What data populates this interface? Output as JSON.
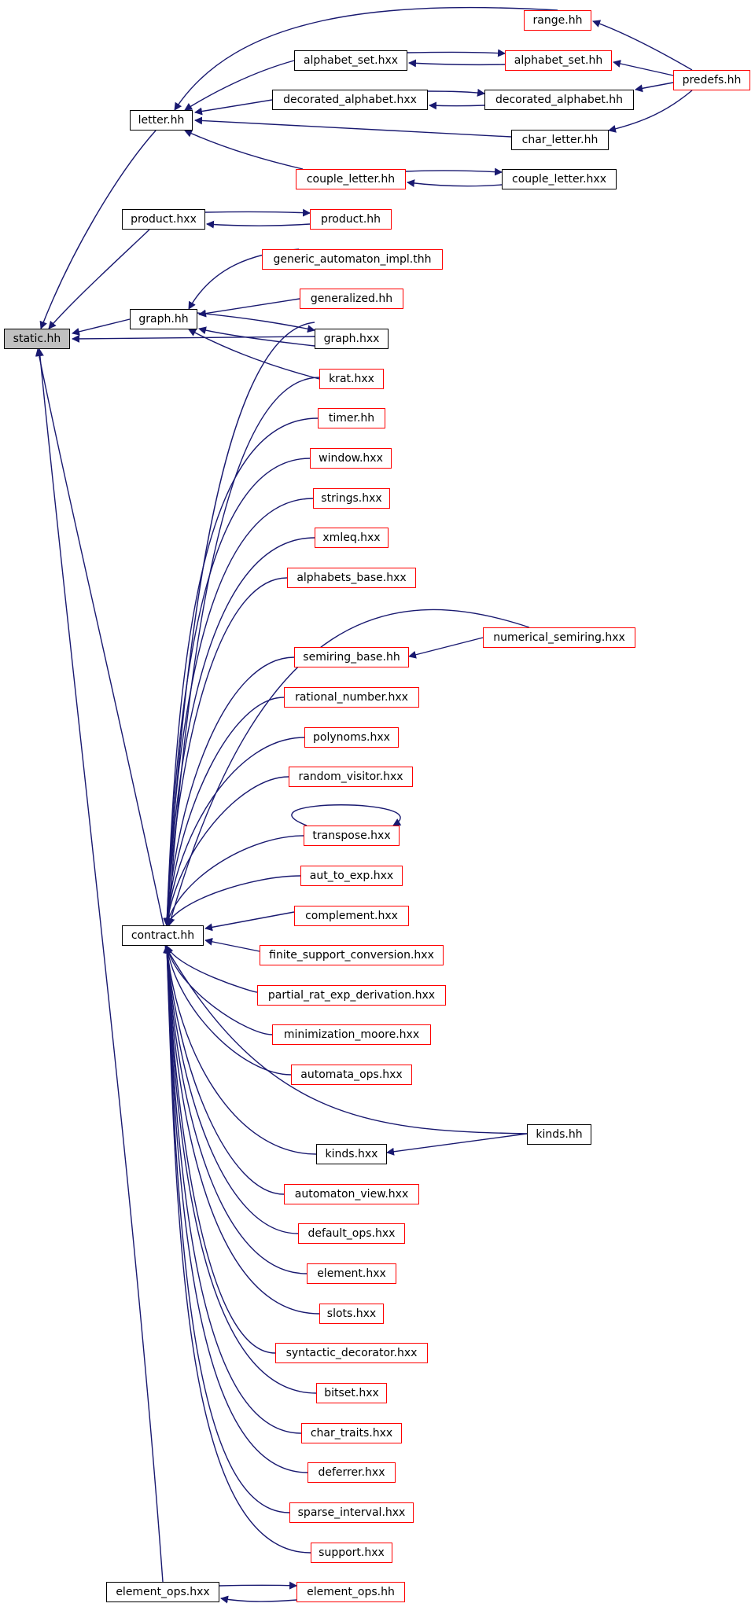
{
  "colors": {
    "edge": "#191970",
    "border_plain": "#000000",
    "border_red": "#ff0000",
    "root_fill": "#c0c0c0"
  },
  "nodes": {
    "static_hh": "static.hh",
    "letter_hh": "letter.hh",
    "range_hh": "range.hh",
    "alphabet_set_hxx": "alphabet_set.hxx",
    "alphabet_set_hh": "alphabet_set.hh",
    "predefs_hh": "predefs.hh",
    "decorated_alphabet_hxx": "decorated_alphabet.hxx",
    "decorated_alphabet_hh": "decorated_alphabet.hh",
    "char_letter_hh": "char_letter.hh",
    "couple_letter_hh": "couple_letter.hh",
    "couple_letter_hxx": "couple_letter.hxx",
    "product_hxx": "product.hxx",
    "product_hh": "product.hh",
    "graph_hh": "graph.hh",
    "generic_automaton_impl_thh": "generic_automaton_impl.thh",
    "generalized_hh": "generalized.hh",
    "graph_hxx": "graph.hxx",
    "krat_hxx": "krat.hxx",
    "timer_hh": "timer.hh",
    "window_hxx": "window.hxx",
    "strings_hxx": "strings.hxx",
    "xmleq_hxx": "xmleq.hxx",
    "alphabets_base_hxx": "alphabets_base.hxx",
    "numerical_semiring_hxx": "numerical_semiring.hxx",
    "semiring_base_hh": "semiring_base.hh",
    "rational_number_hxx": "rational_number.hxx",
    "polynoms_hxx": "polynoms.hxx",
    "random_visitor_hxx": "random_visitor.hxx",
    "transpose_hxx": "transpose.hxx",
    "aut_to_exp_hxx": "aut_to_exp.hxx",
    "complement_hxx": "complement.hxx",
    "contract_hh": "contract.hh",
    "finite_support_conversion_hxx": "finite_support_conversion.hxx",
    "partial_rat_exp_derivation_hxx": "partial_rat_exp_derivation.hxx",
    "minimization_moore_hxx": "minimization_moore.hxx",
    "automata_ops_hxx": "automata_ops.hxx",
    "kinds_hh": "kinds.hh",
    "kinds_hxx": "kinds.hxx",
    "automaton_view_hxx": "automaton_view.hxx",
    "default_ops_hxx": "default_ops.hxx",
    "element_hxx": "element.hxx",
    "slots_hxx": "slots.hxx",
    "syntactic_decorator_hxx": "syntactic_decorator.hxx",
    "bitset_hxx": "bitset.hxx",
    "char_traits_hxx": "char_traits.hxx",
    "deferrer_hxx": "deferrer.hxx",
    "sparse_interval_hxx": "sparse_interval.hxx",
    "support_hxx": "support.hxx",
    "element_ops_hxx": "element_ops.hxx",
    "element_ops_hh": "element_ops.hh"
  }
}
